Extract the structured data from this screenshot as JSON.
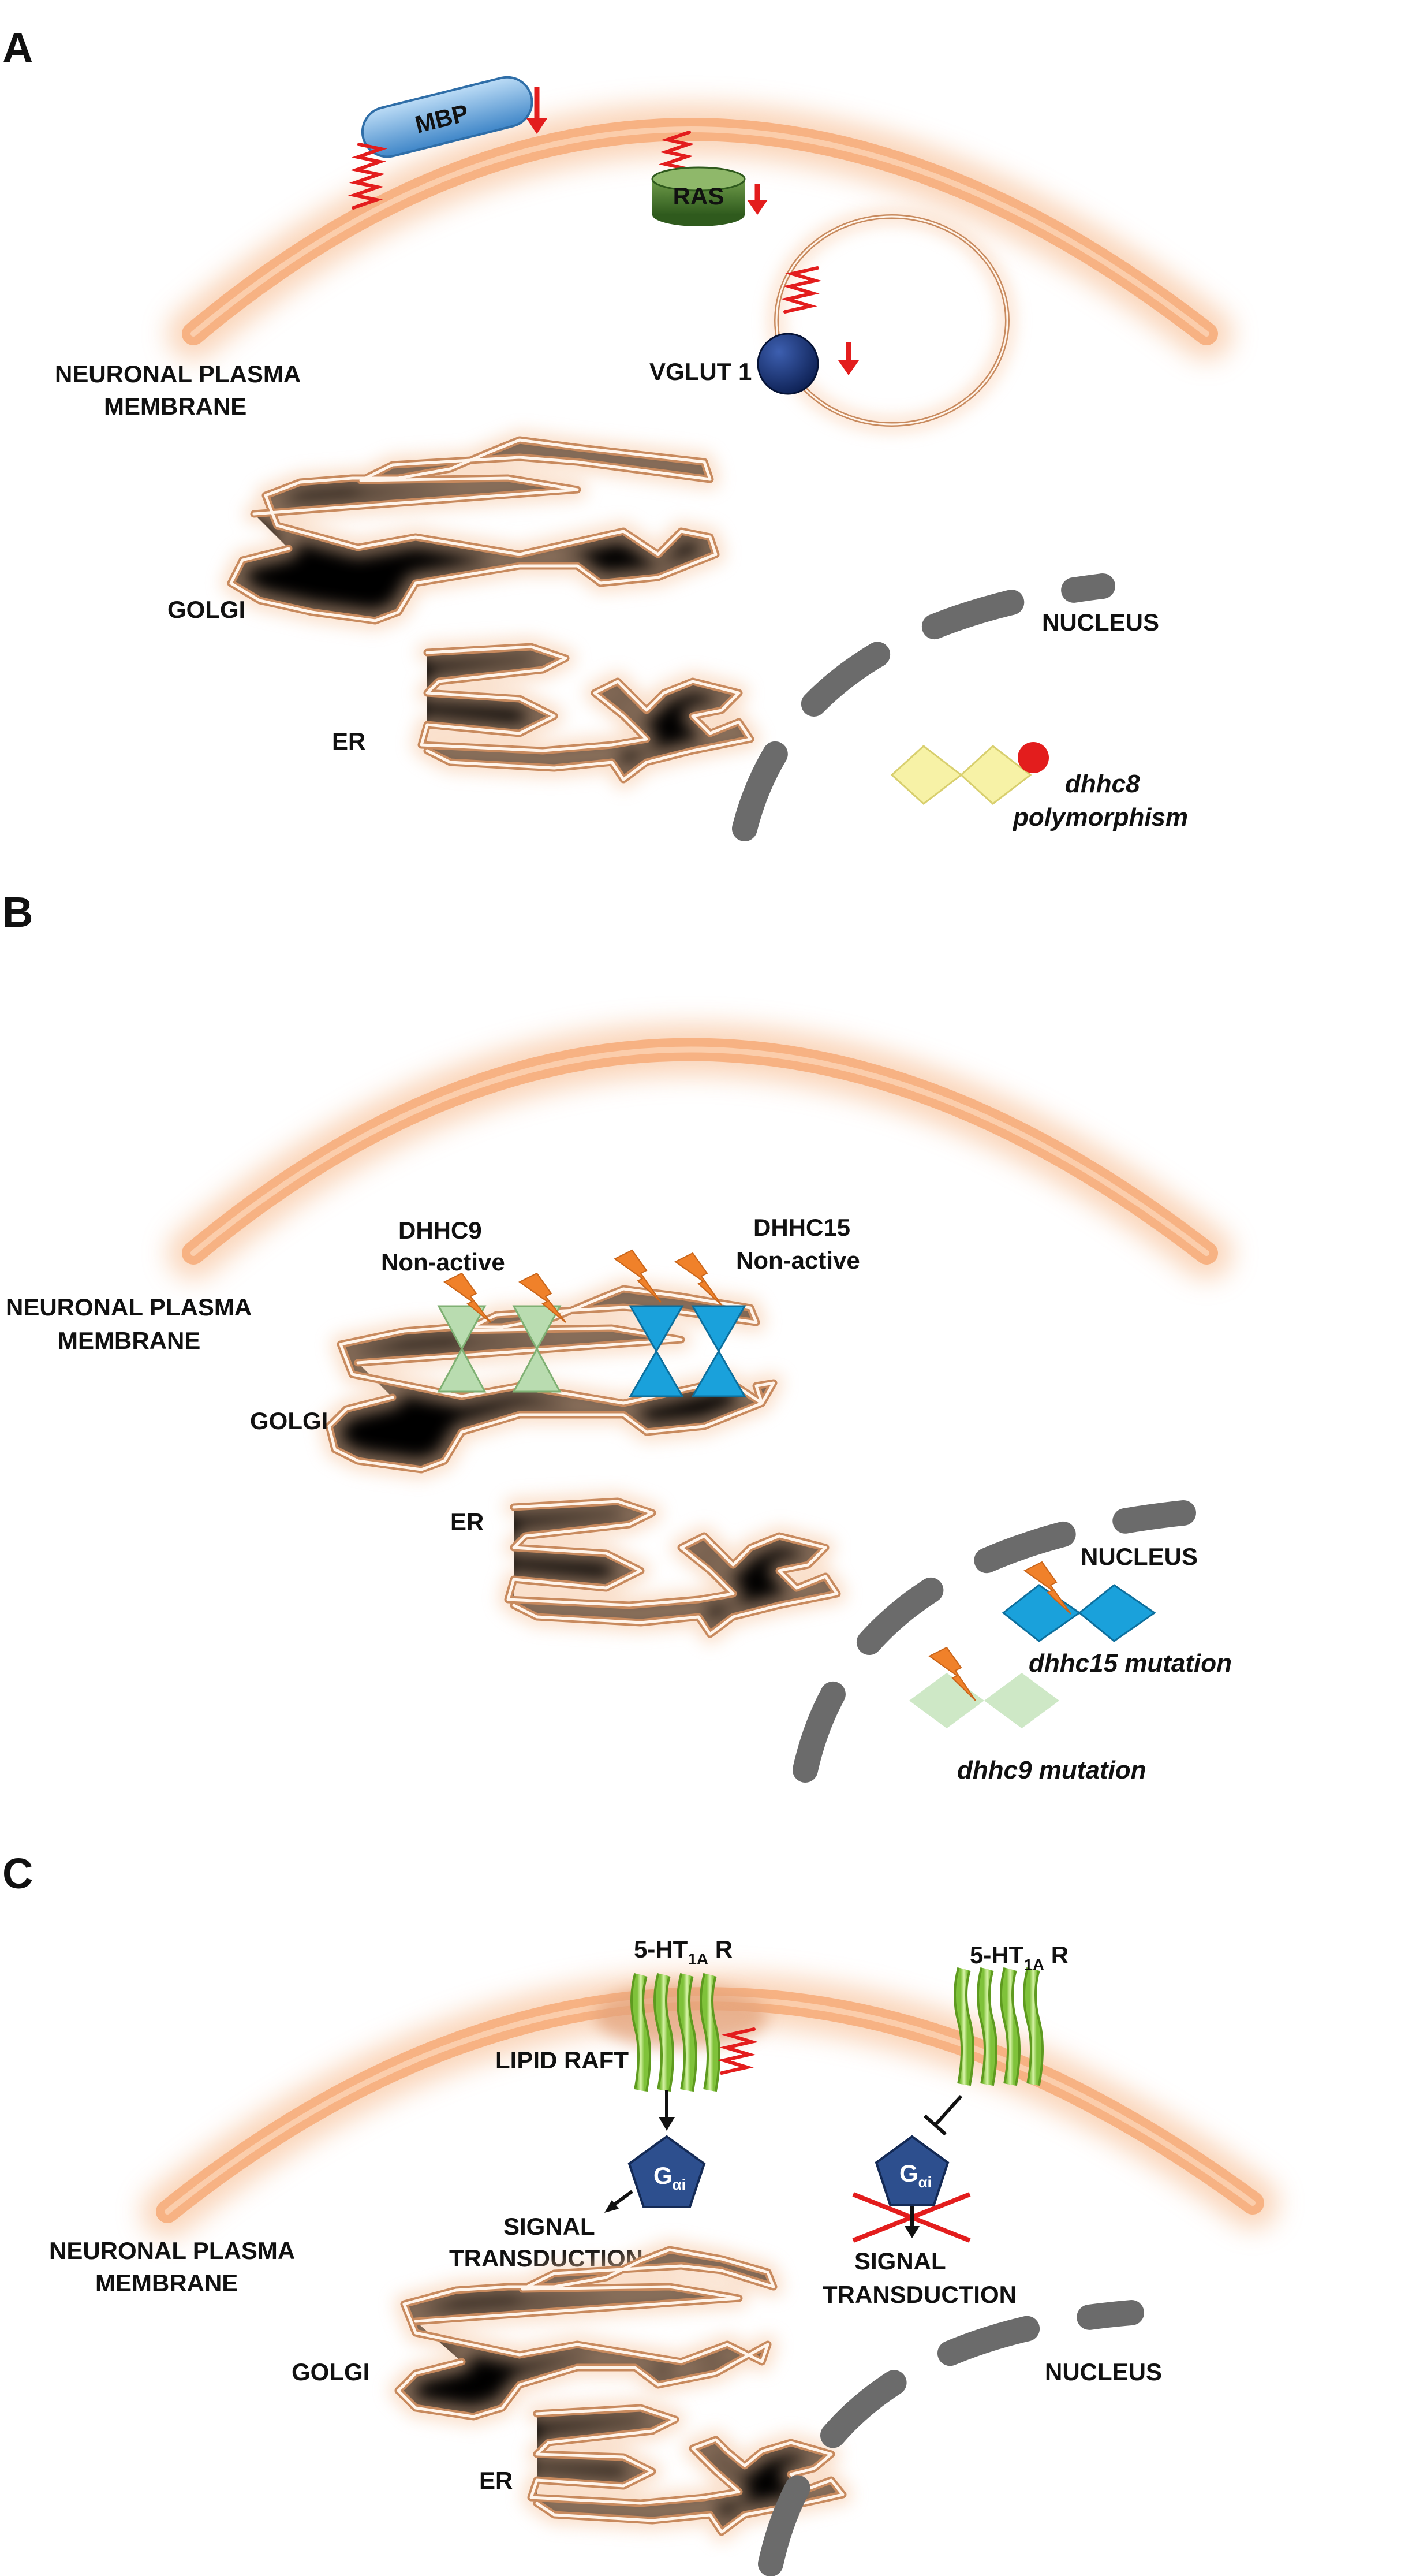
{
  "panels": {
    "A": {
      "letter": "A",
      "membrane_label_1": "NEURONAL PLASMA",
      "membrane_label_2": "MEMBRANE",
      "mbp": "MBP",
      "ras": "RAS",
      "vglut": "VGLUT 1",
      "golgi": "GOLGI",
      "er": "ER",
      "nucleus": "NUCLEUS",
      "gene_1": "dhhc8",
      "gene_2": "polymorphism"
    },
    "B": {
      "letter": "B",
      "dhhc9_1": "DHHC9",
      "dhhc9_2": "Non-active",
      "dhhc15_1": "DHHC15",
      "dhhc15_2": "Non-active",
      "membrane_label_1": "NEURONAL PLASMA",
      "membrane_label_2": "MEMBRANE",
      "golgi": "GOLGI",
      "er": "ER",
      "nucleus": "NUCLEUS",
      "mut15": "dhhc15 mutation",
      "mut9": "dhhc9 mutation"
    },
    "C": {
      "letter": "C",
      "receptor_pre": "5-HT",
      "receptor_sub": "1A",
      "receptor_post": " R",
      "lipid_raft": "LIPID RAFT",
      "g_main": "G",
      "g_sub": "αi",
      "signal_1": "SIGNAL",
      "signal_2": "TRANSDUCTION",
      "membrane_label_1": "NEURONAL PLASMA",
      "membrane_label_2": "MEMBRANE",
      "golgi": "GOLGI",
      "er": "ER",
      "nucleus": "NUCLEUS"
    }
  },
  "colors": {
    "membrane": "#f7b283",
    "mbp": "#6aa8dc",
    "ras": "#4a7a2e",
    "vglut": "#112a6b",
    "palmitoyl": "#e31d1d",
    "dhhc9": "#b9dcb0",
    "dhhc15": "#1aa1db",
    "bolt": "#f0812a",
    "nucleus": "#6b6b6b",
    "gene": "#f7f2a6",
    "g_protein": "#2d4f8e",
    "receptor": "#a6d95a"
  }
}
